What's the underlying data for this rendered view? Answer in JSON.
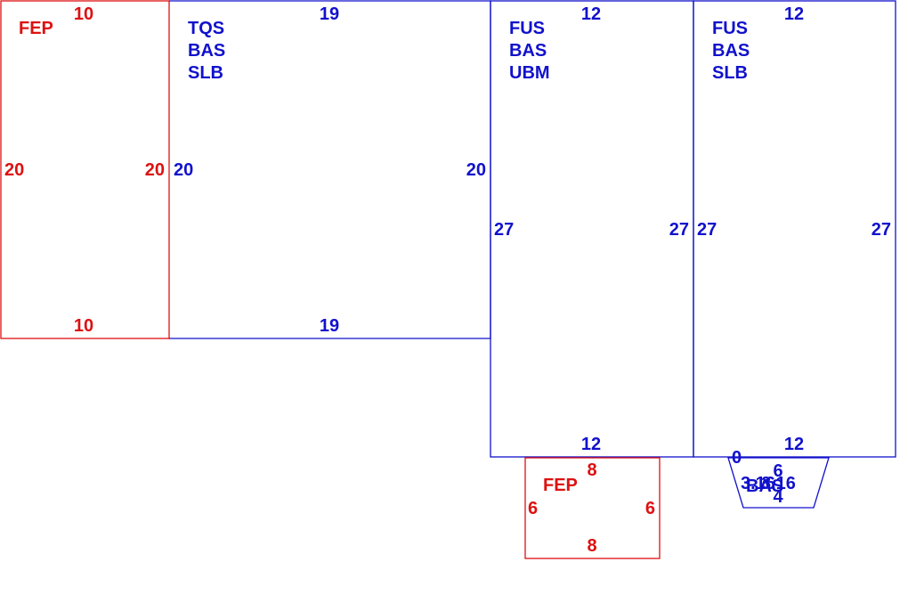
{
  "colors": {
    "red": "#dd1111",
    "blue": "#1111cc"
  },
  "panels": [
    {
      "id": "fep-large",
      "color": "red",
      "labels": [
        "FEP"
      ],
      "dims": {
        "top": "10",
        "bottom": "10",
        "left": "20",
        "right": "20"
      }
    },
    {
      "id": "tqs",
      "color": "blue",
      "labels": [
        "TQS",
        "BAS",
        "SLB"
      ],
      "dims": {
        "top": "19",
        "bottom": "19",
        "left": "20",
        "right": "20"
      }
    },
    {
      "id": "fus-ubm",
      "color": "blue",
      "labels": [
        "FUS",
        "BAS",
        "UBM"
      ],
      "dims": {
        "top": "12",
        "bottom": "12",
        "left": "27",
        "right": "27"
      }
    },
    {
      "id": "fus-slb",
      "color": "blue",
      "labels": [
        "FUS",
        "BAS",
        "SLB"
      ],
      "dims": {
        "top": "12",
        "bottom": "12",
        "left": "27",
        "right": "27"
      }
    },
    {
      "id": "fep-small",
      "color": "red",
      "labels": [
        "FEP"
      ],
      "dims": {
        "top": "8",
        "bottom": "8",
        "left": "6",
        "right": "6"
      }
    },
    {
      "id": "bas-trap",
      "color": "blue",
      "labels": [
        "BAS"
      ],
      "dims": {
        "top": "6",
        "bottom": "4",
        "left": "3.16",
        "right": "3.16",
        "corner": "0"
      }
    }
  ]
}
